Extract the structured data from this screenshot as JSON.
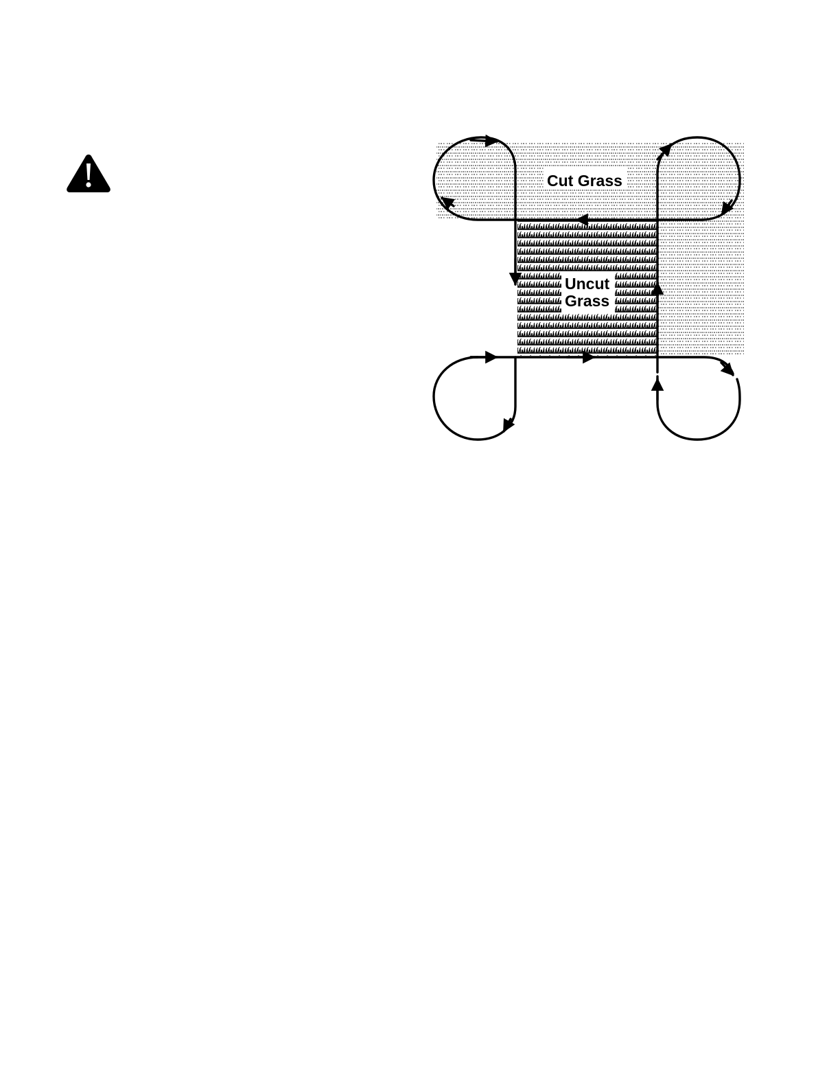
{
  "icons": {
    "warning": "warning-triangle-icon"
  },
  "diagram": {
    "cut_label": "Cut Grass",
    "uncut_label_line1": "Uncut",
    "uncut_label_line2": "Grass",
    "ink_color": "#000000",
    "background_color": "#ffffff"
  }
}
